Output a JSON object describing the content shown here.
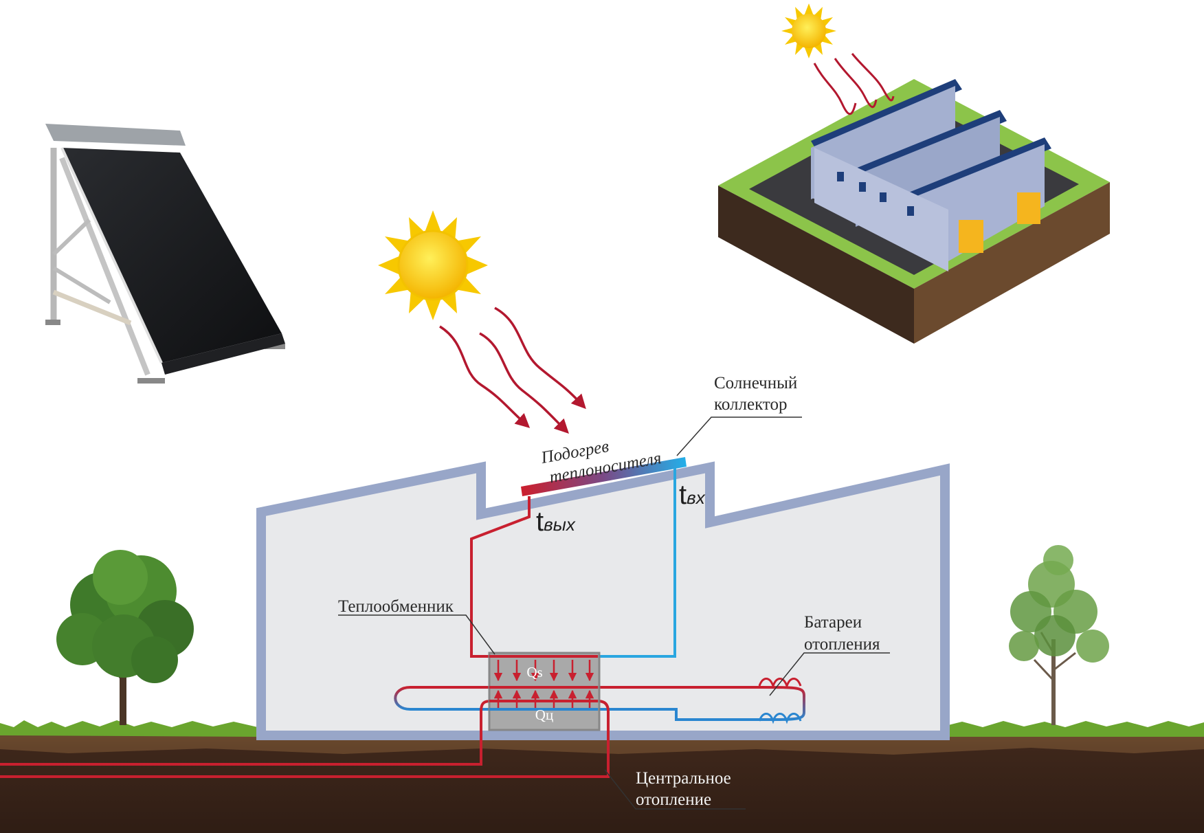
{
  "diagram": {
    "labels": {
      "solar_collector": [
        "Солнечный",
        "коллектор"
      ],
      "heating": [
        "Подогрев",
        "теплоносителя"
      ],
      "t_symbol": "t",
      "t_out_sub": "вых",
      "t_in_sub": "вх",
      "heat_exchanger": "Теплообменник",
      "radiators": [
        "Батареи",
        "отопления"
      ],
      "central_heating": [
        "Центральное",
        "отопление"
      ],
      "q_solar": "Qs",
      "q_central": "Qц"
    },
    "colors": {
      "hot": "#c8202f",
      "cold": "#2aa6e0",
      "building_outline": "#98a6c8",
      "building_fill": "#e8e9eb",
      "exchanger": "#a4a4a4",
      "soil": "#3b2419",
      "grass": "#6aa52e",
      "sun": "#f5c400",
      "sun_rays": "#b3182f"
    },
    "icons": [
      "sun-icon",
      "solar-panel-icon",
      "isometric-building-icon",
      "tree-icon"
    ]
  }
}
